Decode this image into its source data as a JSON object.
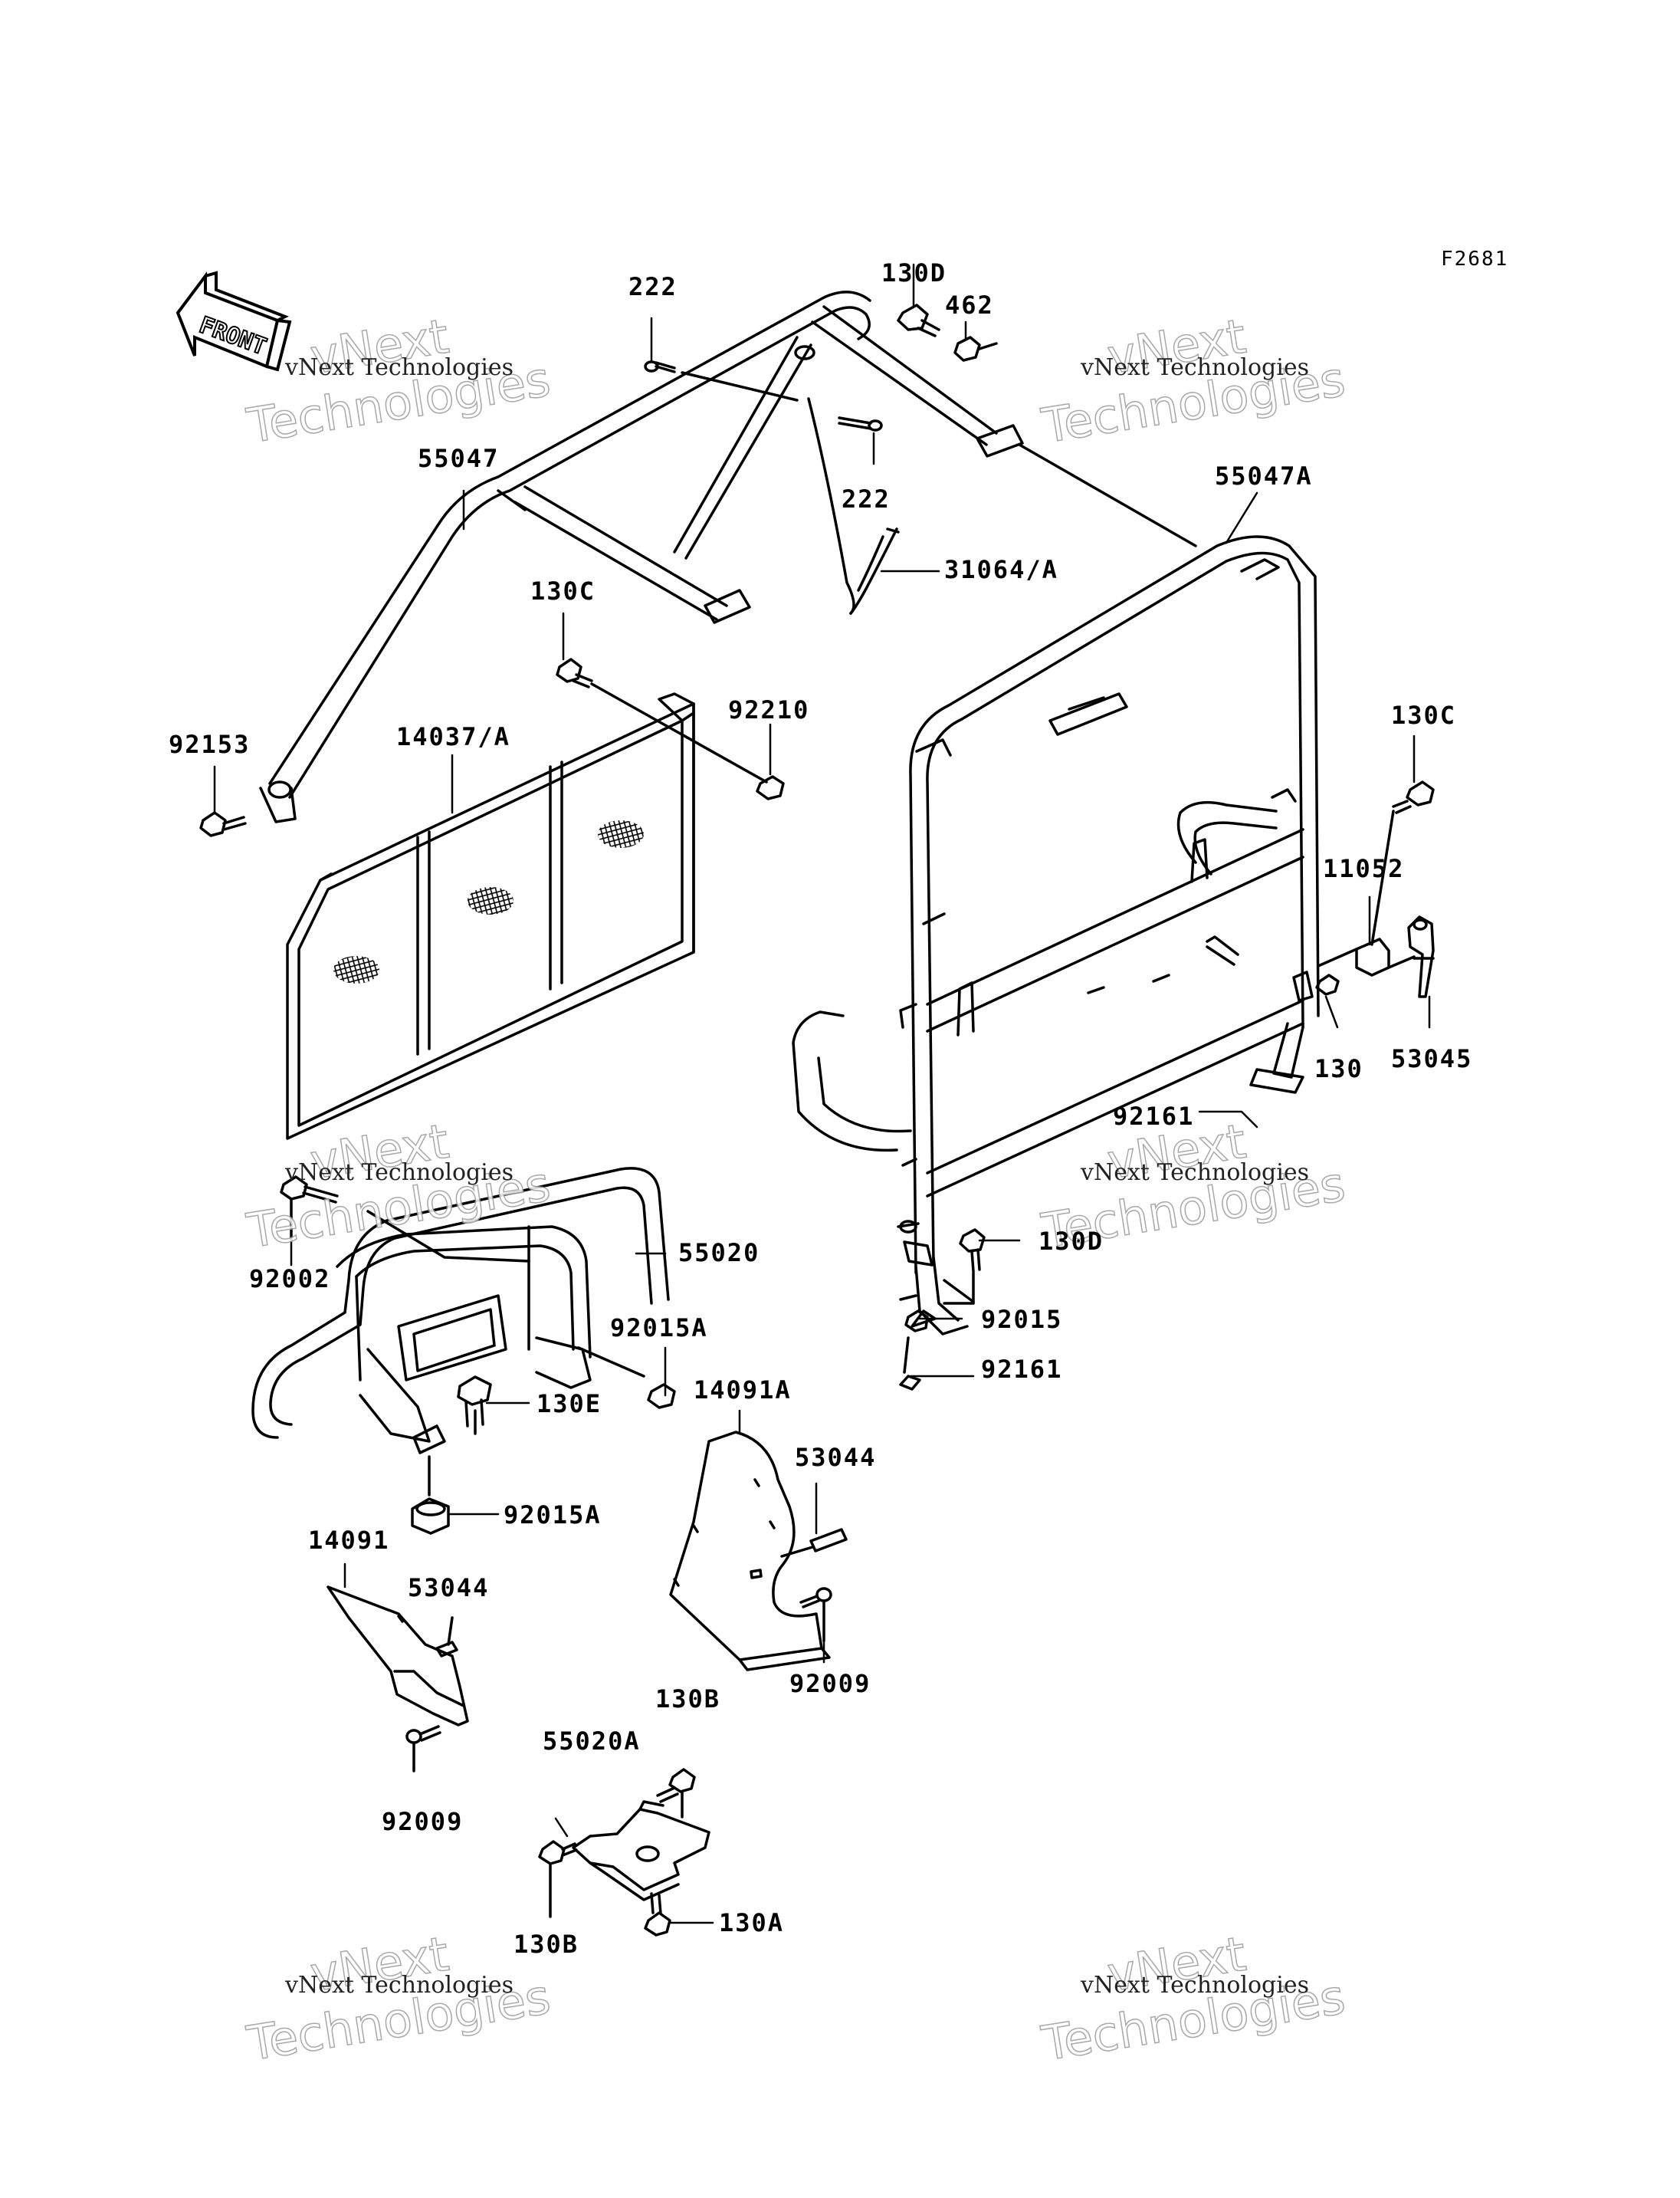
{
  "figure_code": "F2681",
  "front_arrow_label": "FRONT",
  "watermark": {
    "line1": "vNext",
    "line2": "vNext Technologies",
    "line3": "Technologies"
  },
  "parts": {
    "p222_top": "222",
    "p130D_top": "130D",
    "p462": "462",
    "p222_mid": "222",
    "p55047": "55047",
    "p55047A": "55047A",
    "p31064A": "31064/A",
    "p130C_left": "130C",
    "p92210": "92210",
    "p92153": "92153",
    "p14037A": "14037/A",
    "p130C_right": "130C",
    "p11052": "11052",
    "p130": "130",
    "p53045": "53045",
    "p92161_a": "92161",
    "p130D_low": "130D",
    "p92015": "92015",
    "p92161_b": "92161",
    "p92002": "92002",
    "p55020": "55020",
    "p92015A_a": "92015A",
    "p130E": "130E",
    "p92015A_b": "92015A",
    "p14091A": "14091A",
    "p53044_right": "53044",
    "p92009_right": "92009",
    "p14091": "14091",
    "p53044_left": "53044",
    "p92009_left": "92009",
    "p130B_top": "130B",
    "p55020A": "55020A",
    "p130B_low": "130B",
    "p130A": "130A"
  }
}
